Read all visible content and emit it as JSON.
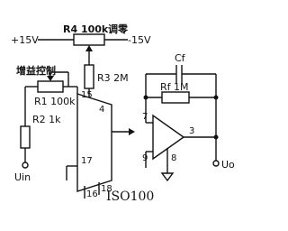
{
  "components": {
    "r4": "R4 100k",
    "r4_note": "调零",
    "vplus": "+15V",
    "vminus": "-15V",
    "r3": "R3 2M",
    "gain_ctrl": "增益控制",
    "r1": "R1 100k",
    "r2": "R2 1k",
    "cf": "Cf",
    "rf": "Rf 1M",
    "vin": "Uin",
    "vout": "Uo",
    "chip": "ISO100"
  },
  "pins": {
    "p4": "4",
    "p15": "15",
    "p17": "17",
    "p16": "16",
    "p18": "18",
    "p7": "7",
    "p9": "9",
    "p3": "3",
    "p8": "8"
  }
}
